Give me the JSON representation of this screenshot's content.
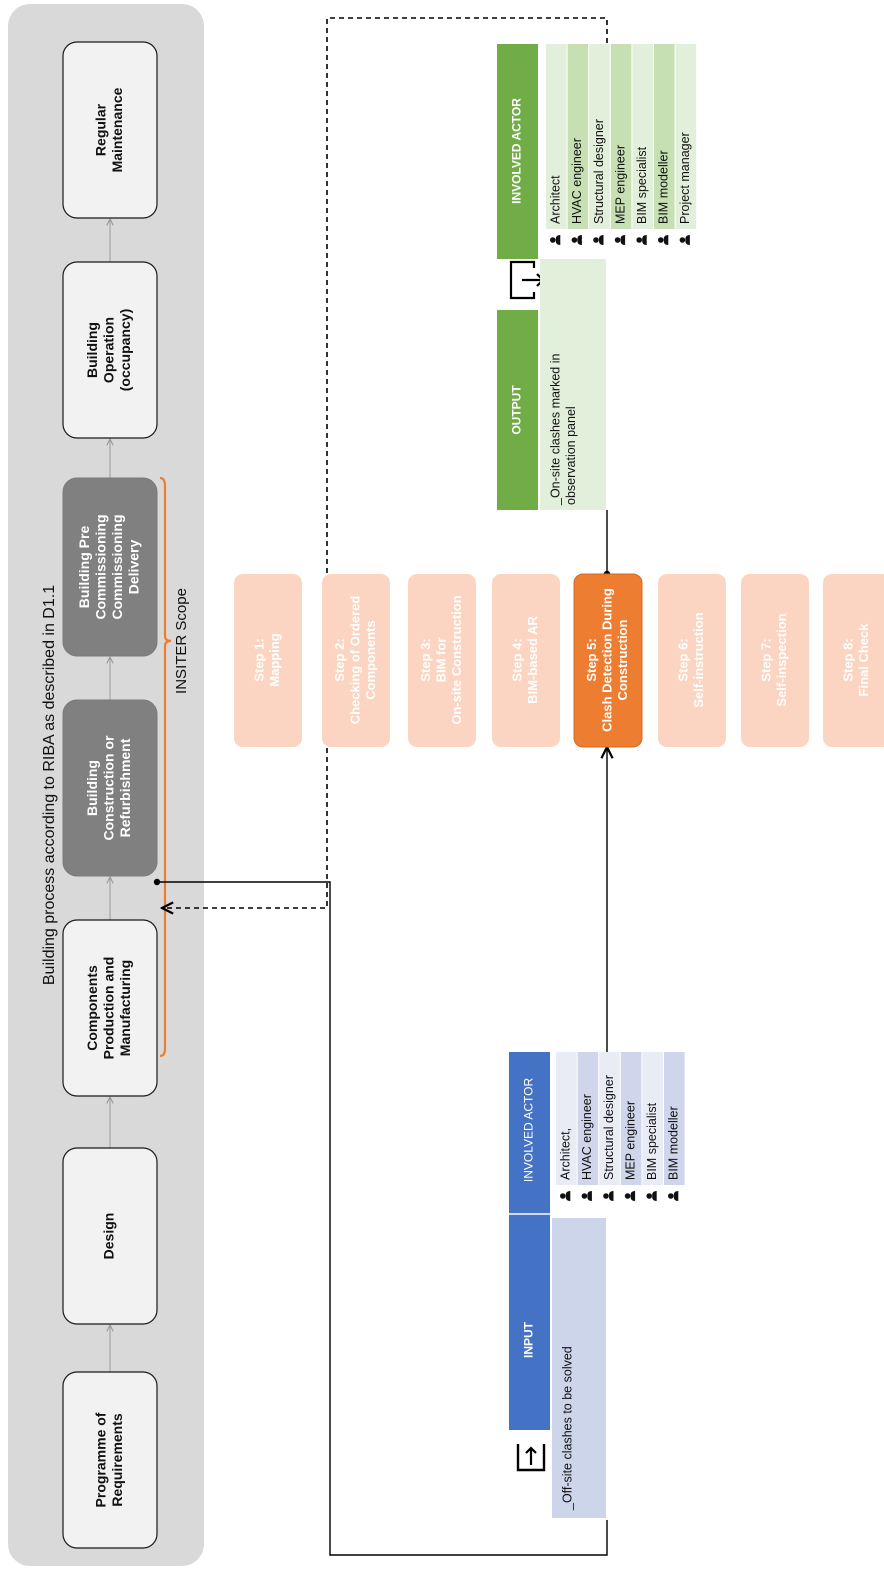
{
  "process_title": "Building process according to RIBA as described in D1.1",
  "scope_label": "INSITER Scope",
  "phases": [
    [
      "Regular",
      "Maintenance"
    ],
    [
      "Building",
      "Operation",
      "(occupancy)"
    ],
    [
      "Building Pre",
      "Commissioning",
      "Commissioning",
      "Delivery"
    ],
    [
      "Building",
      "Construction or",
      "Refurbishment"
    ],
    [
      "Components",
      "Production and",
      "Manufacturing"
    ],
    [
      "Design"
    ],
    [
      "Programme of",
      "Requirements"
    ]
  ],
  "steps": [
    [
      "Step 1:",
      "Mapping"
    ],
    [
      "Step 2:",
      "Checking of Ordered",
      "Components"
    ],
    [
      "Step 3:",
      "BIM for",
      "On-site Construction"
    ],
    [
      "Step 4:",
      "BIM-based AR"
    ],
    [
      "Step 5:",
      "Clash  Detection During",
      "Construction"
    ],
    [
      "Step 6:",
      "Self-instruction"
    ],
    [
      "Step 7:",
      "Self-inspection"
    ],
    [
      "Step 8:",
      "Final Check"
    ]
  ],
  "output": {
    "header": "OUTPUT",
    "text": [
      "_On-site  clashes marked in",
      "observation panel"
    ],
    "actor_header": "INVOLVED ACTOR",
    "actors": [
      "Architect",
      "HVAC engineer",
      "Structural designer",
      "MEP engineer",
      "BIM specialist",
      "BIM modeller",
      "Project manager"
    ]
  },
  "input": {
    "header": "INPUT",
    "text": [
      "_Off-site clashes to be solved"
    ],
    "actor_header": "INVOLVED  ACTOR",
    "actors": [
      "Architect,",
      "HVAC  engineer",
      "Structural designer",
      "MEP engineer",
      "BIM specialist",
      "BIM modeller"
    ]
  },
  "colors": {
    "panel": "#d9d9d9",
    "box_fill": "#f2f2f2",
    "phase_active": "#808080",
    "step_faded": "#fbd5c1",
    "step_active": "#ed7d31",
    "bracket": "#ed7d31",
    "output_header": "#70ad47",
    "output_body": "#e2efda",
    "output_actor_row_a": "#e2efda",
    "output_actor_row_b": "#c6e0b4",
    "input_header": "#4472c4",
    "input_body": "#cdd5ea",
    "input_actor_row_a": "#e9ebf5",
    "input_actor_row_b": "#cfd5ea"
  }
}
